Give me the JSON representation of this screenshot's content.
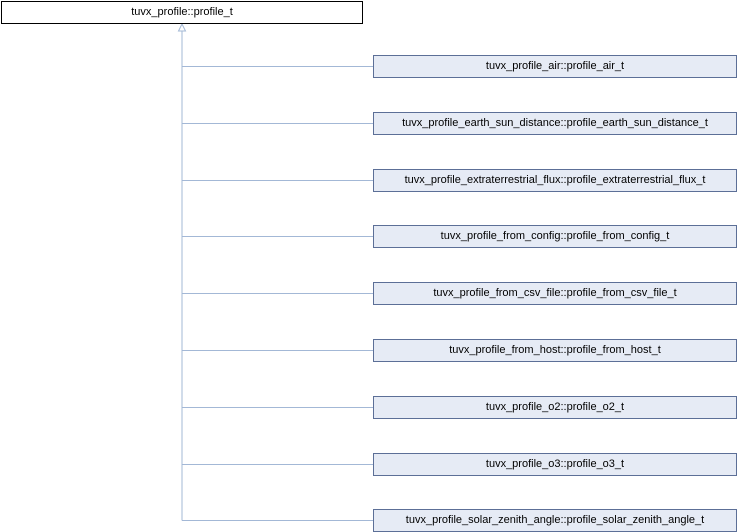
{
  "diagram": {
    "base_class": {
      "label": "tuvx_profile::profile_t"
    },
    "derived_classes": [
      {
        "label": "tuvx_profile_air::profile_air_t"
      },
      {
        "label": "tuvx_profile_earth_sun_distance::profile_earth_sun_distance_t"
      },
      {
        "label": "tuvx_profile_extraterrestrial_flux::profile_extraterrestrial_flux_t"
      },
      {
        "label": "tuvx_profile_from_config::profile_from_config_t"
      },
      {
        "label": "tuvx_profile_from_csv_file::profile_from_csv_file_t"
      },
      {
        "label": "tuvx_profile_from_host::profile_from_host_t"
      },
      {
        "label": "tuvx_profile_o2::profile_o2_t"
      },
      {
        "label": "tuvx_profile_o3::profile_o3_t"
      },
      {
        "label": "tuvx_profile_solar_zenith_angle::profile_solar_zenith_angle_t"
      }
    ],
    "colors": {
      "edge": "#a3b8d6",
      "derived_fill": "#e6ebf5",
      "derived_border": "#5c6f97",
      "base_border": "#000000",
      "base_fill": "#ffffff"
    }
  }
}
